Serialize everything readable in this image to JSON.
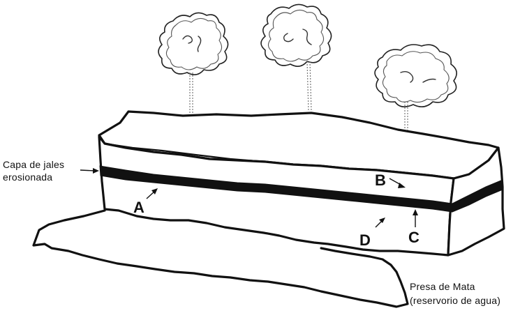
{
  "labels": {
    "tailings_layer_line1": "Capa de jales",
    "tailings_layer_line2": "erosionada",
    "reservoir_line1": "Presa de Mata",
    "reservoir_line2": "(reservorio de agua)",
    "point_a": "A",
    "point_b": "B",
    "point_c": "C",
    "point_d": "D"
  }
}
